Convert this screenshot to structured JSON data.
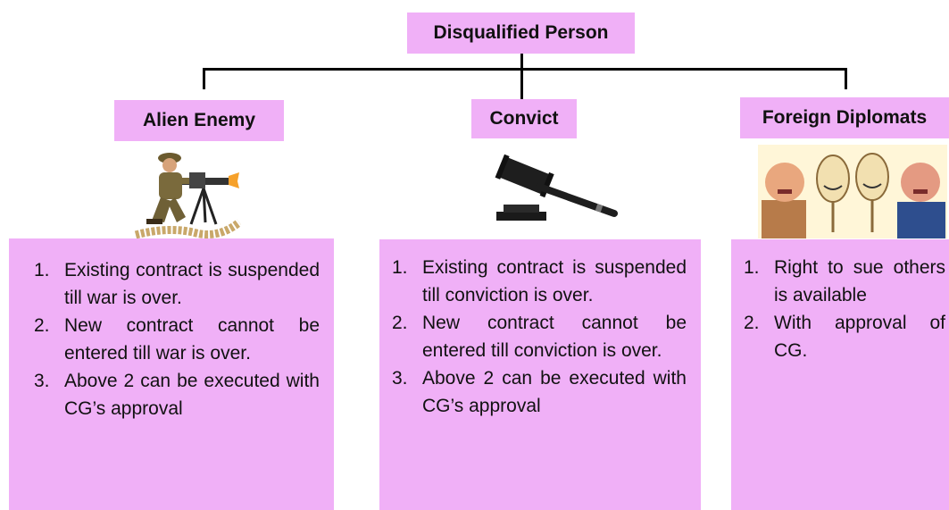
{
  "root": {
    "label": "Disqualified Person"
  },
  "categories": [
    {
      "title": "Alien Enemy",
      "image_icon": "soldier-machine-gun-icon",
      "points": [
        "Existing contract is suspended till war is over.",
        "New contract cannot be entered till war is over.",
        "Above 2 can be executed with CG’s approval"
      ]
    },
    {
      "title": "Convict",
      "image_icon": "gavel-icon",
      "points": [
        "Existing contract is suspended till conviction is over.",
        "New contract cannot be entered till conviction is over.",
        "Above 2 can be executed with CG’s approval"
      ]
    },
    {
      "title": "Foreign Diplomats",
      "image_icon": "diplomats-masks-icon",
      "points": [
        "Right to sue others is available",
        "With approval of CG."
      ]
    }
  ],
  "colors": {
    "box_fill": "#f0b0f7",
    "connector": "#000000"
  }
}
